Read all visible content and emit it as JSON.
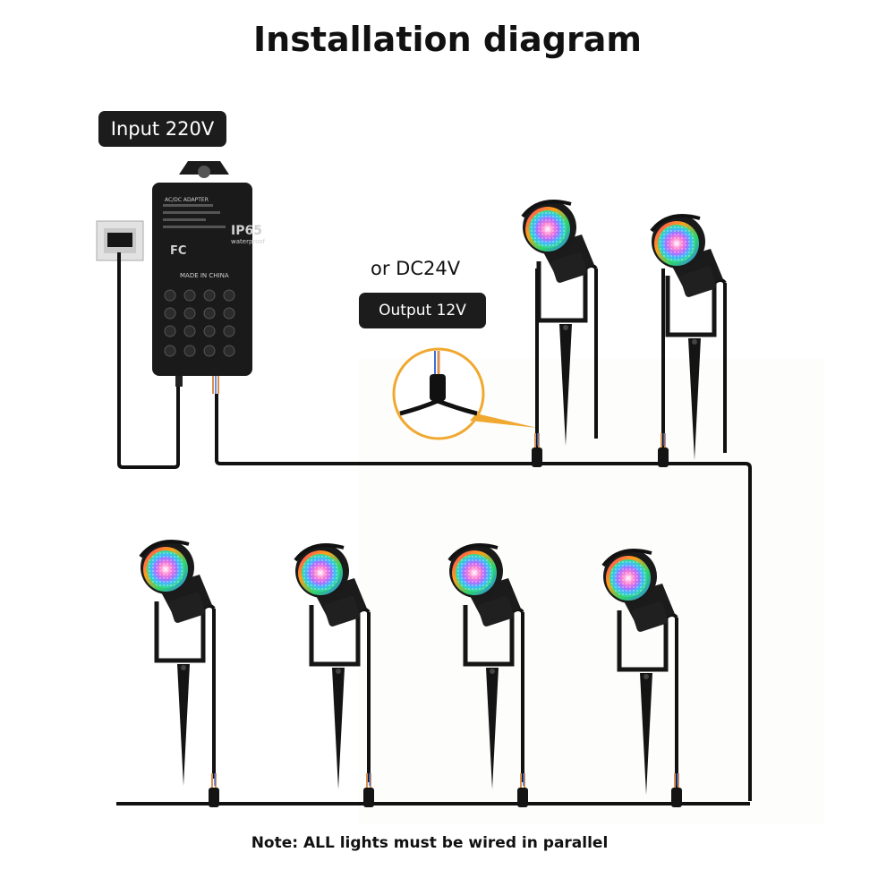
{
  "title": "Installation diagram",
  "input_badge": "Input 220V",
  "alt_voltage": "or DC24V",
  "output_badge": "Output 12V",
  "note": "Note: ALL lights must be wired in parallel",
  "adapter": {
    "rating_label": "IP65",
    "rating_sub": "waterproof",
    "type_text": "AC/DC ADAPTER",
    "origin_text": "MADE IN CHINA"
  },
  "light_count": 6,
  "colors": {
    "cable": "#111111",
    "badge_bg": "#1c1c1c",
    "callout_ring": "#f0a830"
  }
}
